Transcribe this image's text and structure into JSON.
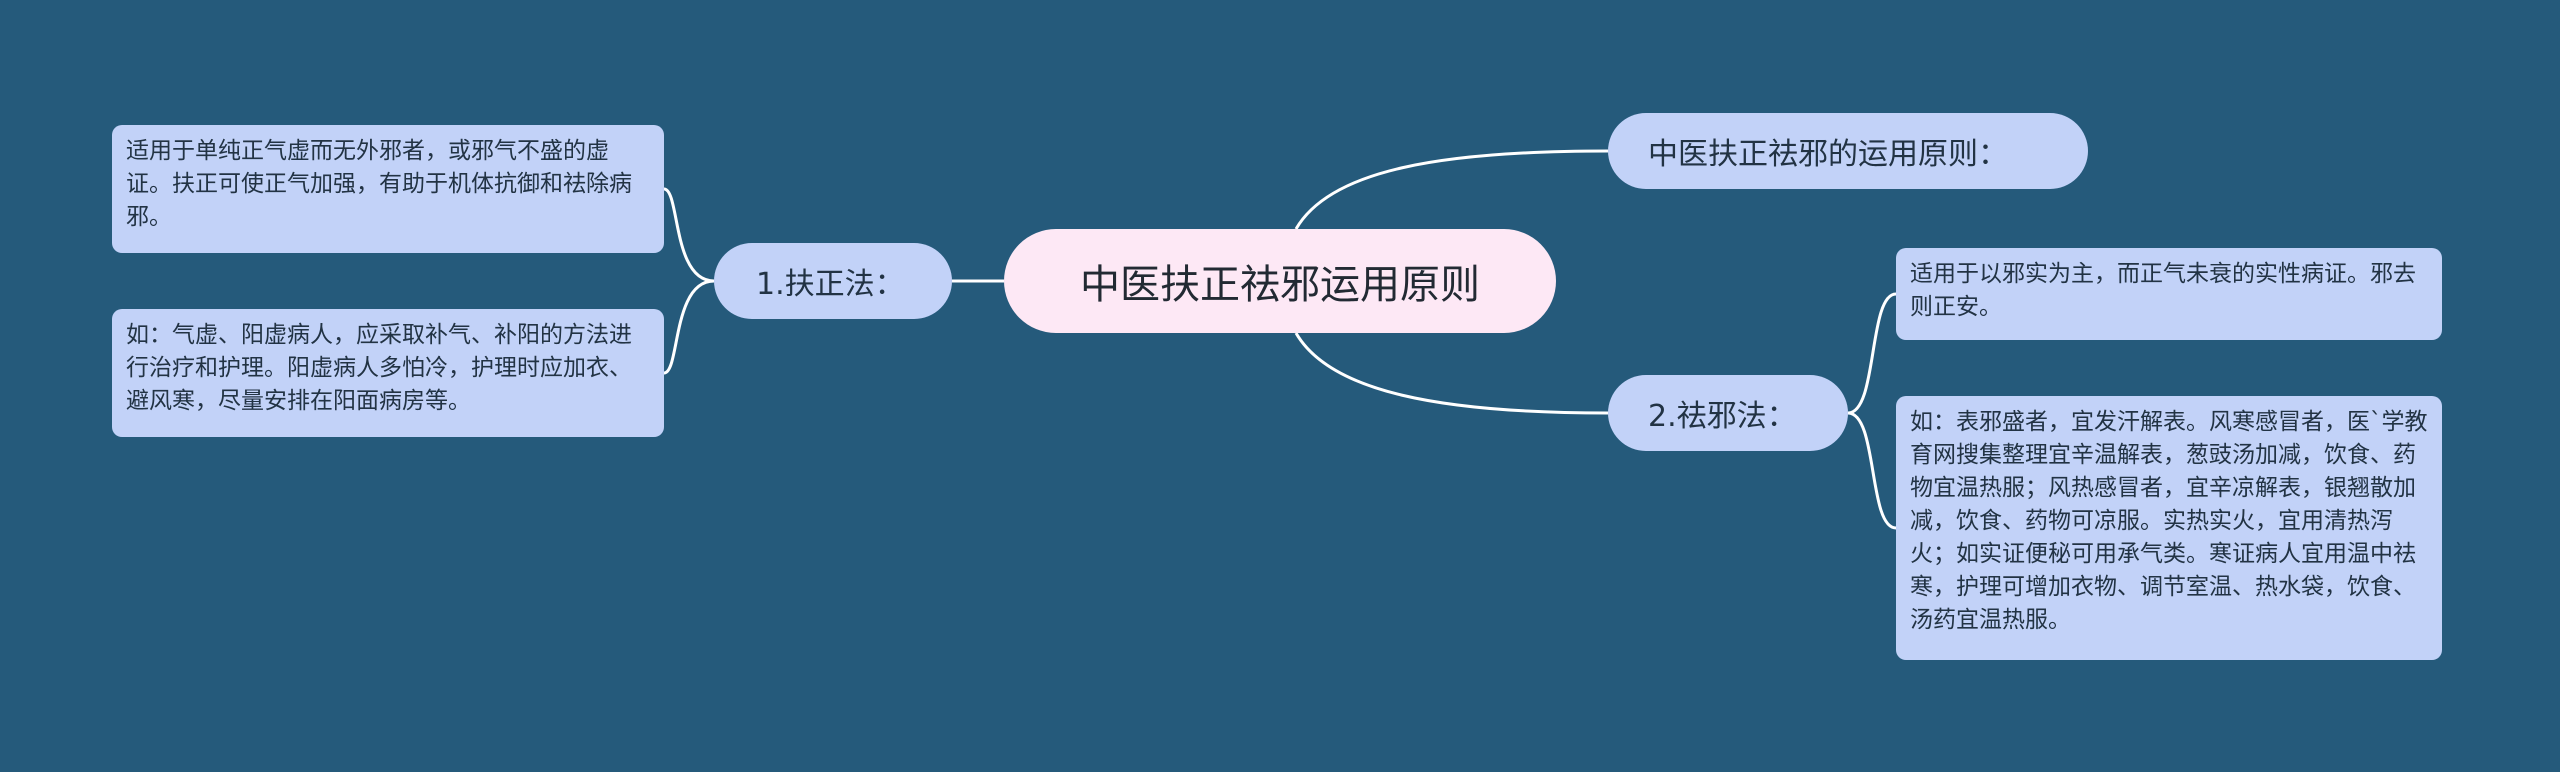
{
  "colors": {
    "background": "#255a7b",
    "root_fill": "#fde8f5",
    "node_fill": "#c2d2f8",
    "connector": "#ffffff"
  },
  "root": {
    "label": "中医扶正祛邪运用原则"
  },
  "branches": {
    "principles": {
      "label": "中医扶正祛邪的运用原则："
    },
    "fuzheng": {
      "label": "1.扶正法：",
      "details": [
        "适用于单纯正气虚而无外邪者，或邪气不盛的虚证。扶正可使正气加强，有助于机体抗御和祛除病邪。",
        "如：气虚、阳虚病人，应采取补气、补阳的方法进行治疗和护理。阳虚病人多怕冷，护理时应加衣、避风寒，尽量安排在阳面病房等。"
      ]
    },
    "quxie": {
      "label": "2.祛邪法：",
      "details": [
        "适用于以邪实为主，而正气未衰的实性病证。邪去则正安。",
        "如：表邪盛者，宜发汗解表。风寒感冒者，医`学教育网搜集整理宜辛温解表，葱豉汤加减，饮食、药物宜温热服；风热感冒者，宜辛凉解表，银翘散加减，饮食、药物可凉服。实热实火，宜用清热泻火；如实证便秘可用承气类。寒证病人宜用温中祛寒，护理可增加衣物、调节室温、热水袋，饮食、汤药宜温热服。"
      ]
    }
  }
}
